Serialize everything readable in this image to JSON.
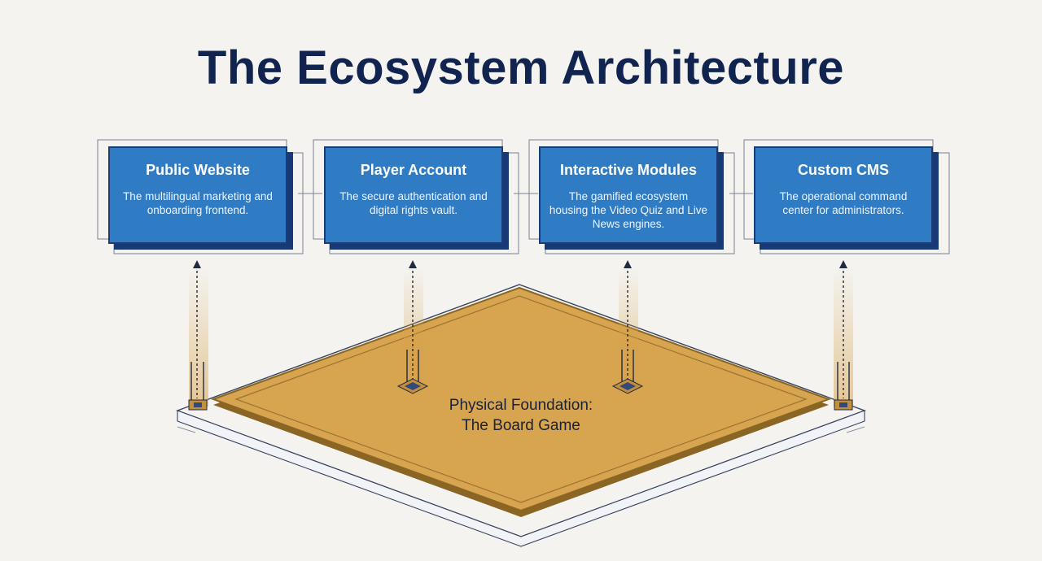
{
  "title": "The Ecosystem Architecture",
  "colors": {
    "card_fill": "#2f7cc4",
    "card_shadow": "#173a76",
    "title": "#10244f",
    "board_fill": "#d7a44f",
    "board_edge": "#8b6524",
    "background": "#f4f3ef"
  },
  "cards": [
    {
      "title": "Public Website",
      "description": "The multilingual marketing and onboarding frontend."
    },
    {
      "title": "Player Account",
      "description": "The secure authentication and digital rights vault."
    },
    {
      "title": "Interactive Modules",
      "description": "The gamified ecosystem housing the Video Quiz and Live News engines."
    },
    {
      "title": "Custom CMS",
      "description": "The operational command center for administrators."
    }
  ],
  "board": {
    "label_line1": "Physical Foundation:",
    "label_line2": "The Board Game"
  },
  "icons": {
    "arrow": "upward-arrow-icon",
    "port": "connection-port-icon"
  }
}
